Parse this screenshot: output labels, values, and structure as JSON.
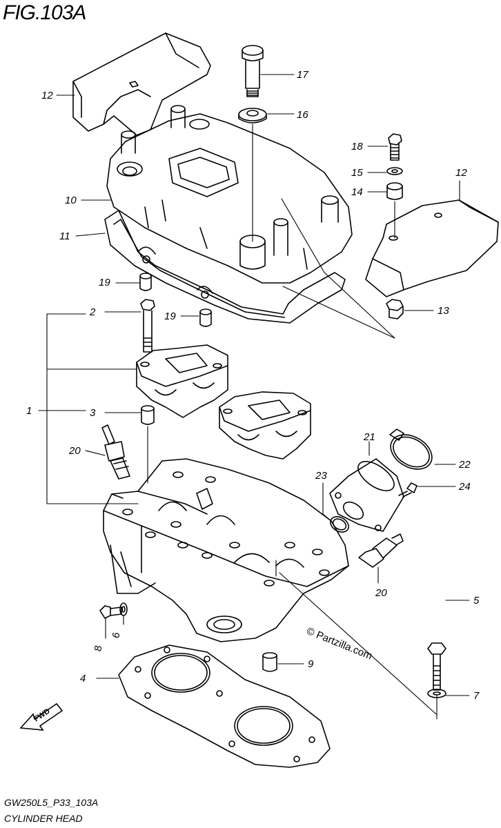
{
  "figure": {
    "title": "FIG.103A",
    "diagram_code": "GW250L5_P33_103A",
    "diagram_name": "CYLINDER HEAD",
    "watermark": "© Partzilla.com",
    "fwd_label": "FWD"
  },
  "callouts": [
    "1",
    "2",
    "3",
    "4",
    "5",
    "6",
    "7",
    "8",
    "9",
    "10",
    "11",
    "12",
    "12",
    "13",
    "14",
    "15",
    "16",
    "17",
    "18",
    "19",
    "19",
    "20",
    "20",
    "21",
    "22",
    "23",
    "24"
  ]
}
